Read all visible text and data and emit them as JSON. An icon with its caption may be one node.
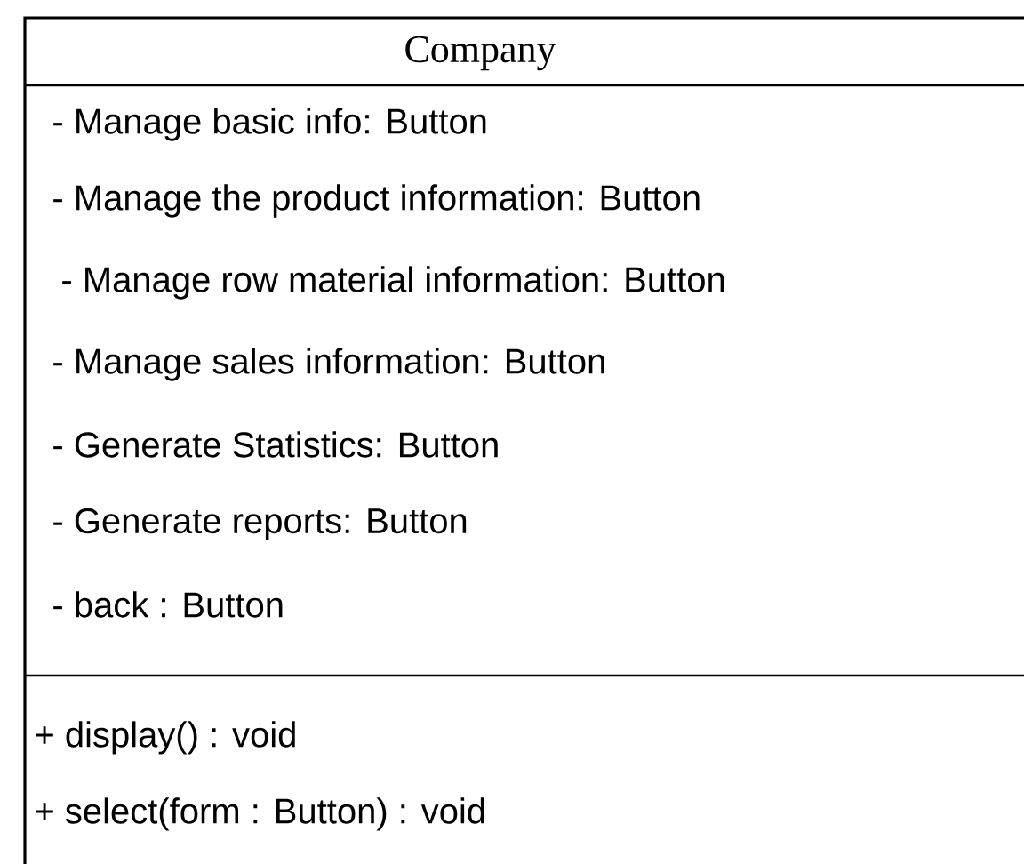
{
  "diagram": {
    "nodes": [
      {
        "text": [
          "Company",
          "- Manage basic info: Button",
          "- Manage the product information: Button",
          "- Manage row material information: Button",
          "- Manage sales information: Button",
          "- Generate Statistics: Button",
          "- Generate reports: Button",
          "- back : Button",
          "+ display() : void",
          "+ select(form : Button) : void"
        ]
      }
    ]
  }
}
